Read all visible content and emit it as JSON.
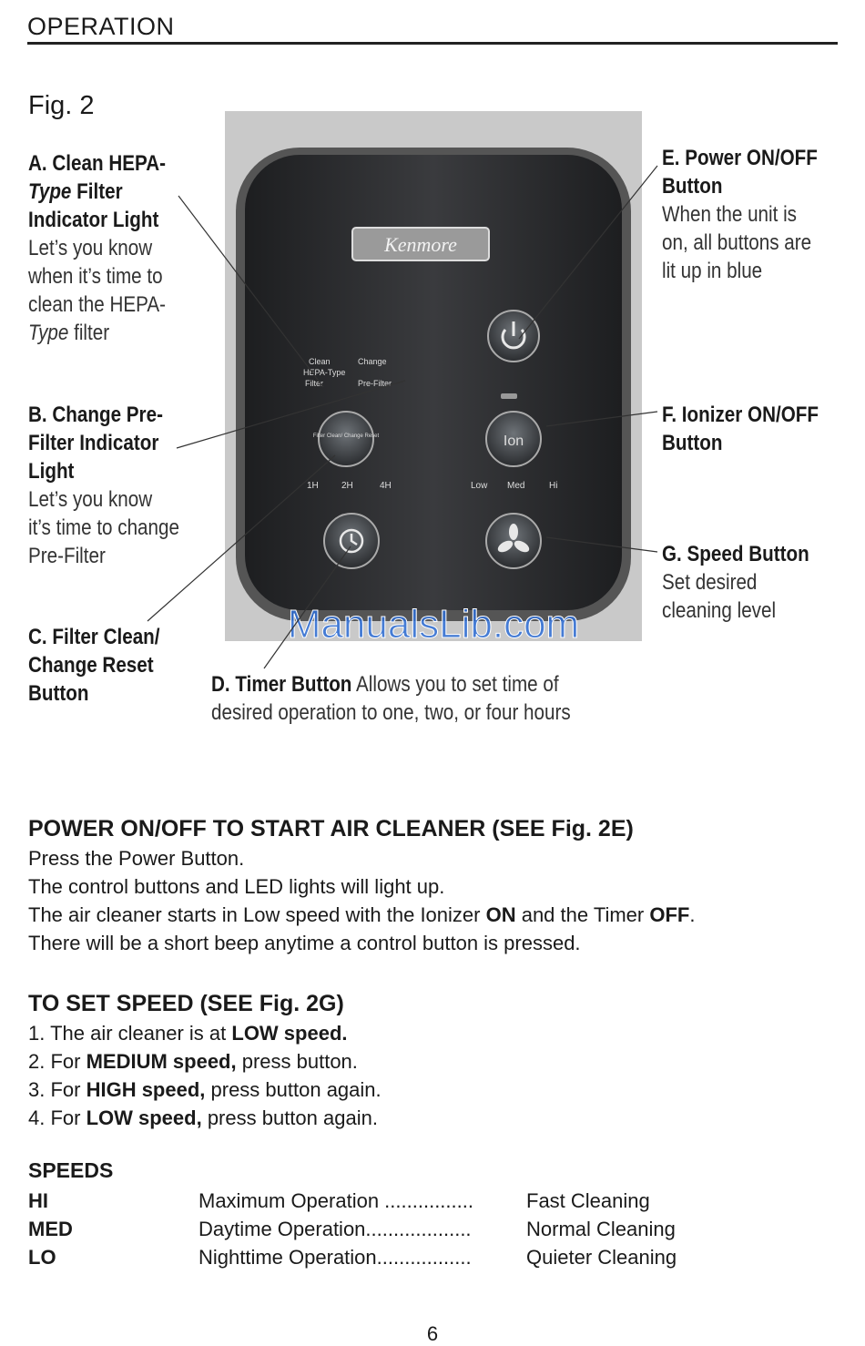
{
  "header": {
    "title": "OPERATION"
  },
  "figure": {
    "label": "Fig. 2",
    "panel": {
      "brand": "Kenmore",
      "labels": {
        "clean_hepa": [
          "Clean",
          "HEPA-Type",
          "Filter"
        ],
        "change_prefilter": [
          "Change",
          "Pre-Filter"
        ],
        "reset": "Filter Clean/ Change Reset",
        "hours": [
          "1H",
          "2H",
          "4H"
        ],
        "speeds": [
          "Low",
          "Med",
          "Hi"
        ],
        "ion": "Ion"
      },
      "watermark": "ManualsLib.com"
    },
    "callouts": {
      "a": {
        "title_l1": "A. Clean HEPA-",
        "title_l2_i": "Type",
        "title_l2": " Filter",
        "title_l3": "Indicator Light",
        "desc_l1": "Let’s you know",
        "desc_l2": "when it’s time to",
        "desc_l3": "clean the HEPA-",
        "desc_l4_i": "Type",
        "desc_l4": " filter"
      },
      "b": {
        "title_l1": "B. Change Pre-",
        "title_l2": "Filter Indicator",
        "title_l3": "Light",
        "desc_l1": "Let’s you know",
        "desc_l2": "it’s time to change",
        "desc_l3": "Pre-Filter"
      },
      "c": {
        "title_l1": "C. Filter Clean/",
        "title_l2": "Change Reset",
        "title_l3": "Button"
      },
      "d": {
        "title": "D. Timer Button",
        "desc_l1": " Allows you to set time of",
        "desc_l2": "desired operation to one, two, or four hours"
      },
      "e": {
        "title_l1": "E. Power ON/OFF",
        "title_l2": "Button",
        "desc_l1": "When the unit is",
        "desc_l2": "on, all buttons are",
        "desc_l3": "lit up in blue"
      },
      "f": {
        "title_l1": "F. Ionizer ON/OFF",
        "title_l2": "Button"
      },
      "g": {
        "title": "G. Speed Button",
        "desc_l1": "Set desired",
        "desc_l2": "cleaning level"
      }
    }
  },
  "power_section": {
    "title": "POWER ON/OFF TO START AIR CLEANER (SEE Fig. 2E)",
    "line1": "Press the Power Button.",
    "line2": "The control buttons and LED lights will light up.",
    "line3_a": "The air cleaner starts in Low speed with the Ionizer ",
    "line3_b": "ON",
    "line3_c": " and the Timer ",
    "line3_d": "OFF",
    "line3_e": ".",
    "line4": "There will be a short beep anytime a control button is pressed."
  },
  "speed_section": {
    "title": "TO SET SPEED (SEE Fig. 2G)",
    "items": [
      {
        "pre": "1. The air cleaner is at ",
        "bold": "LOW speed.",
        "post": ""
      },
      {
        "pre": "2. For ",
        "bold": "MEDIUM speed,",
        "post": " press button."
      },
      {
        "pre": "3. For ",
        "bold": "HIGH speed,",
        "post": " press button again."
      },
      {
        "pre": "4. For ",
        "bold": "LOW speed,",
        "post": " press button again."
      }
    ]
  },
  "speeds_table": {
    "heading": "SPEEDS",
    "rows": [
      {
        "code": "HI",
        "operation": "Maximum Operation ................",
        "result": "Fast Cleaning"
      },
      {
        "code": "MED",
        "operation": "Daytime Operation...................",
        "result": "Normal Cleaning"
      },
      {
        "code": "LO",
        "operation": "Nighttime Operation.................",
        "result": "Quieter Cleaning"
      }
    ]
  },
  "page_number": "6",
  "colors": {
    "panel_dark": "#2b2c2e",
    "panel_bg": "#c9c9c9",
    "watermark": "#2f6fd6"
  }
}
